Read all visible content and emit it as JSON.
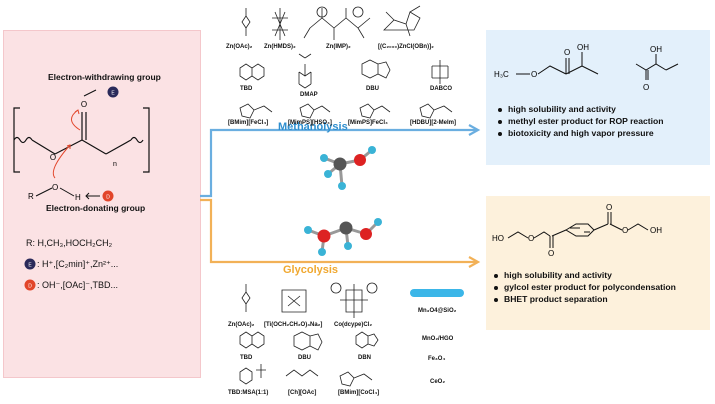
{
  "mechanism": {
    "ewg_label": "Electron-withdrawing group",
    "edg_label": "Electron-donating group",
    "repeat_n": "n",
    "alcohol_r": "R",
    "alcohol_o": "O",
    "alcohol_h": "H",
    "carbonyl_o": "O",
    "r_definition": "R: H,CH₃,HOCH₂CH₂",
    "ewg_badge": "E",
    "ewg_examples": ": H⁺,[C₂min]⁺,Zn²⁺...",
    "edg_badge": "D",
    "edg_examples": ": OH⁻,[OAc]⁻,TBD..."
  },
  "methanolysis": {
    "title": "Methanolysis",
    "catalysts": [
      "Zn(OAc)₂",
      "Zn(HMDS)₂",
      "Zn(IMP)₂",
      "[(C₂₀₀₀)ZnCl(OBn)]₂",
      "TBD",
      "DMAP",
      "DBU",
      "DABCO",
      "[BMim][FeCl₄]",
      "[MimPS][HSO₄]",
      "[MimPS]FeCl₄",
      "[HDBU][2-MeIm]"
    ],
    "product_left_h3c": "H₃C",
    "product_left_oh": "OH",
    "product_o1": "O",
    "product_o2": "O",
    "product_right_oh": "OH",
    "product_right_o": "O",
    "bullets": [
      "high solubility and activity",
      "methyl ester product for ROP reaction",
      "biotoxicity and high vapor pressure"
    ],
    "colors": {
      "panel": "#e3f0fb",
      "arrow": "#6aaee0",
      "title": "#2f8fcf"
    }
  },
  "glycolysis": {
    "title": "Glycolysis",
    "catalysts": [
      "Zn(OAc)₂",
      "[Ti(OCH₂CH₂O)₃Na₂]",
      "Co(dcype)Cl₂",
      "TBD",
      "DBU",
      "DBN",
      "TBD:MSA(1:1)",
      "[Ch][OAc]",
      "[BMim][CoCl₄]"
    ],
    "nano_catalysts": [
      "Mn₃O4@SiO₂",
      "MnO₂/HGO",
      "Fe₃O₄",
      "CeO₂"
    ],
    "product_ho_left": "HO",
    "product_oh_right": "OH",
    "product_o": "O",
    "bullets": [
      "high solubility and activity",
      "gylcol ester product for polycondensation",
      "BHET product separation"
    ],
    "colors": {
      "panel": "#fdf1dc",
      "arrow": "#f2b157",
      "title": "#f0a830"
    }
  },
  "colors": {
    "mechanism_panel": "#fbe2e4",
    "ewg_badge": "#2a2a5a",
    "edg_badge": "#e2452a",
    "nano_rod": "#3bb6e8"
  }
}
